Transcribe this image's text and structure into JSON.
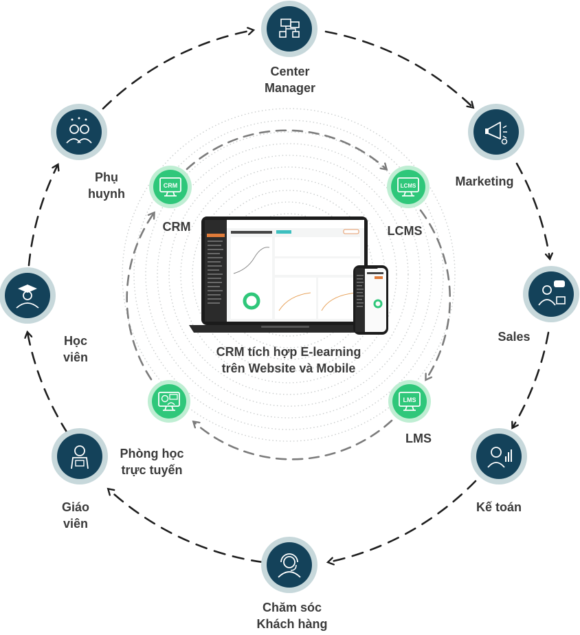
{
  "outer_nodes": [
    {
      "id": "center-manager",
      "lines": [
        "Center",
        "Manager"
      ],
      "icon": "org-chart-icon"
    },
    {
      "id": "marketing",
      "lines": [
        "Marketing"
      ],
      "icon": "megaphone-icon"
    },
    {
      "id": "sales",
      "lines": [
        "Sales"
      ],
      "icon": "salesperson-icon"
    },
    {
      "id": "ke-toan",
      "lines": [
        "Kế toán"
      ],
      "icon": "accountant-icon"
    },
    {
      "id": "cham-soc",
      "lines": [
        "Chăm sóc",
        "Khách hàng"
      ],
      "icon": "headset-agent-icon"
    },
    {
      "id": "giao-vien",
      "lines": [
        "Giáo",
        "viên"
      ],
      "icon": "teacher-icon"
    },
    {
      "id": "hoc-vien",
      "lines": [
        "Học",
        "viên"
      ],
      "icon": "graduate-icon"
    },
    {
      "id": "phu-huynh",
      "lines": [
        "Phụ",
        "huynh"
      ],
      "icon": "parents-icon"
    }
  ],
  "inner_nodes": [
    {
      "id": "crm",
      "label": "CRM",
      "icon": "crm-monitor-icon",
      "screen_text": "CRM"
    },
    {
      "id": "lcms",
      "label": "LCMS",
      "icon": "lcms-monitor-icon",
      "screen_text": "LCMS"
    },
    {
      "id": "lms",
      "label": "LMS",
      "icon": "lms-monitor-icon",
      "screen_text": "LMS"
    },
    {
      "id": "phong-hoc",
      "label_lines": [
        "Phòng học",
        "trực tuyến"
      ],
      "icon": "online-classroom-icon"
    }
  ],
  "center": {
    "title_lines": [
      "CRM tích hợp E-learning",
      "trên Website và Mobile"
    ]
  },
  "colors": {
    "outer_circle_ring": "#c7d8db",
    "outer_circle_fill": "#14425a",
    "inner_circle_ring": "#bfeed3",
    "inner_circle_fill": "#2fc77a",
    "dash_outer": "#1e1e1e",
    "dash_inner": "#7b7b7b",
    "text": "#3a3a3a"
  }
}
